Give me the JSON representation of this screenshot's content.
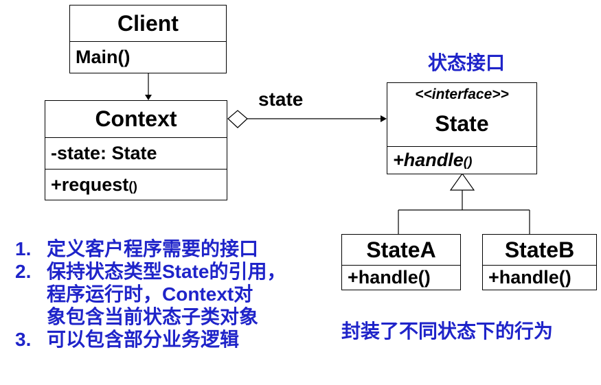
{
  "client": {
    "name": "Client",
    "method": "Main()"
  },
  "context": {
    "name": "Context",
    "attribute": "-state: State",
    "method_name": "+request",
    "method_parens": "()"
  },
  "state_interface": {
    "stereotype": "<<interface>>",
    "name": "State",
    "method_name": "+handle",
    "method_parens": "()",
    "caption": "状态接口"
  },
  "association_label": "state",
  "state_a": {
    "name": "StateA",
    "method": "+handle()"
  },
  "state_b": {
    "name": "StateB",
    "method": "+handle()"
  },
  "subclass_caption": "封装了不同状态下的行为",
  "notes": [
    {
      "num": "1.",
      "lines": [
        "定义客户程序需要的接口"
      ]
    },
    {
      "num": "2.",
      "lines": [
        "保持状态类型State的引用，",
        "程序运行时，Context对",
        "象包含当前状态子类对象"
      ]
    },
    {
      "num": "3.",
      "lines": [
        "可以包含部分业务逻辑"
      ]
    }
  ],
  "colors": {
    "accent_text": "#1f24c9",
    "line": "#000000"
  }
}
